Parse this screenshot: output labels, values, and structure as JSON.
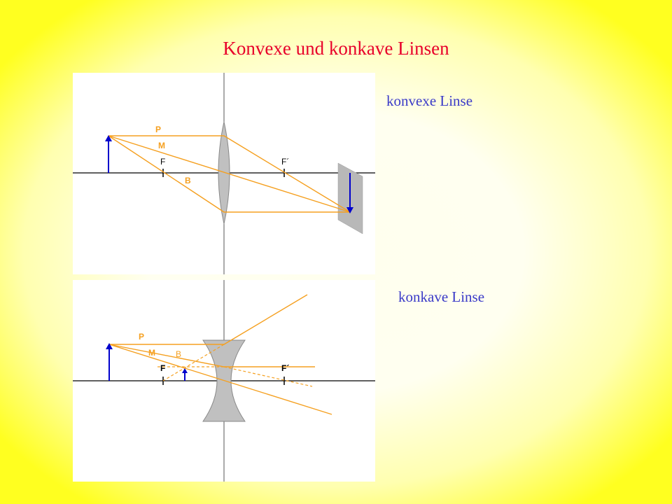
{
  "title": "Konvexe und konkave Linsen",
  "convex": {
    "caption": "konvexe Linse",
    "ray_labels": {
      "p": "P",
      "m": "M",
      "b": "B"
    },
    "focus_labels": {
      "f": "F",
      "f_prime": "F´"
    }
  },
  "concave": {
    "caption": "konkave Linse",
    "ray_labels": {
      "p": "P",
      "m": "M",
      "b": "B"
    },
    "focus_labels": {
      "f": "F",
      "f_prime": "F´"
    }
  },
  "colors": {
    "title": "#e8002a",
    "caption": "#3a3ac8",
    "ray": "#f5a020",
    "arrow": "#0000cc",
    "lens": "#c0c0c0",
    "screen": "#b8b8b8"
  }
}
